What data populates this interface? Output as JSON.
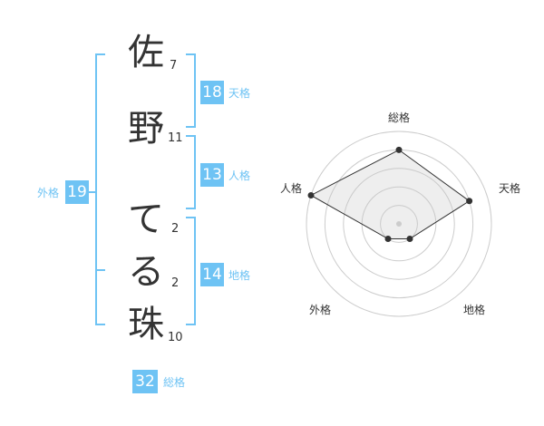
{
  "name_chars": [
    {
      "char": "佐",
      "strokes": "7"
    },
    {
      "char": "野",
      "strokes": "11"
    },
    {
      "char": "て",
      "strokes": "2"
    },
    {
      "char": "る",
      "strokes": "2"
    },
    {
      "char": "珠",
      "strokes": "10"
    }
  ],
  "fortune": {
    "tenkaku": {
      "value": "18",
      "label": "天格"
    },
    "jinkaku": {
      "value": "13",
      "label": "人格"
    },
    "chikaku": {
      "value": "14",
      "label": "地格"
    },
    "gaikaku": {
      "value": "19",
      "label": "外格"
    },
    "soukaku": {
      "value": "32",
      "label": "総格"
    }
  },
  "colors": {
    "accent": "#6ec3f4",
    "text": "#333333",
    "grid": "#cccccc"
  },
  "radar": {
    "axes": [
      "総格",
      "天格",
      "地格",
      "外格",
      "人格"
    ],
    "levels": 5,
    "values": [
      4,
      4,
      1,
      1,
      5
    ]
  }
}
